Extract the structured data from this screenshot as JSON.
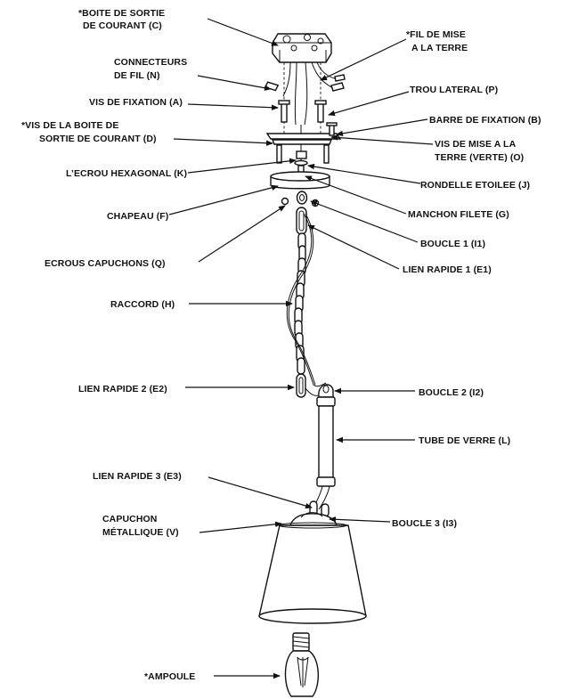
{
  "labels": {
    "boite_sortie_1": "*BOITE DE SORTIE",
    "boite_sortie_2": "DE COURANT (C)",
    "fil_terre_1": "*FIL DE MISE",
    "fil_terre_2": "A LA TERRE",
    "connecteurs_1": "CONNECTEURS",
    "connecteurs_2": "DE FIL (N)",
    "trou_lateral": "TROU LATERAL (P)",
    "vis_fixation": "VIS DE FIXATION (A)",
    "barre_fixation": "BARRE DE FIXATION (B)",
    "vis_boite_1": "*VIS DE LA BOITE DE",
    "vis_boite_2": "SORTIE DE COURANT (D)",
    "vis_terre_1": "VIS DE MISE A LA",
    "vis_terre_2": "TERRE (VERTE) (O)",
    "ecrou_hex": "L’ECROU HEXAGONAL (K)",
    "rondelle": "RONDELLE ETOILEE (J)",
    "chapeau": "CHAPEAU (F)",
    "manchon": "MANCHON FILETE (G)",
    "boucle1": "BOUCLE 1 (I1)",
    "ecrous": "ECROUS CAPUCHONS (Q)",
    "lien1": "LIEN RAPIDE 1 (E1)",
    "raccord": "RACCORD (H)",
    "lien2": "LIEN RAPIDE 2 (E2)",
    "boucle2": "BOUCLE 2 (I2)",
    "tube": "TUBE DE VERRE (L)",
    "lien3": "LIEN RAPIDE 3 (E3)",
    "capuchon_1": "CAPUCHON",
    "capuchon_2": "MÉTALLIQUE (V)",
    "boucle3": "BOUCLE 3 (I3)",
    "ampoule": "*AMPOULE"
  }
}
